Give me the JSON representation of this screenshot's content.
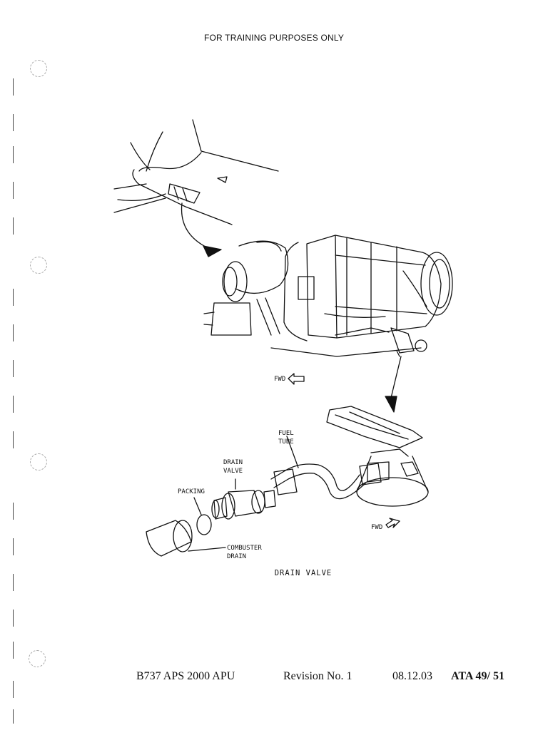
{
  "header": {
    "title": "FOR TRAINING PURPOSES ONLY"
  },
  "labels": {
    "fwd_top": "FWD",
    "fwd_bottom": "FWD",
    "fuel_tube": [
      "FUEL",
      "TUBE"
    ],
    "drain_valve": [
      "DRAIN",
      "VALVE"
    ],
    "packing": "PACKING",
    "combuster_drain": [
      "COMBUSTER",
      "DRAIN"
    ]
  },
  "figure": {
    "caption": "DRAIN VALVE"
  },
  "footer": {
    "document": "B737 APS 2000 APU",
    "revision": "Revision No. 1",
    "date": "08.12.03",
    "ata": "ATA 49/ 51"
  }
}
